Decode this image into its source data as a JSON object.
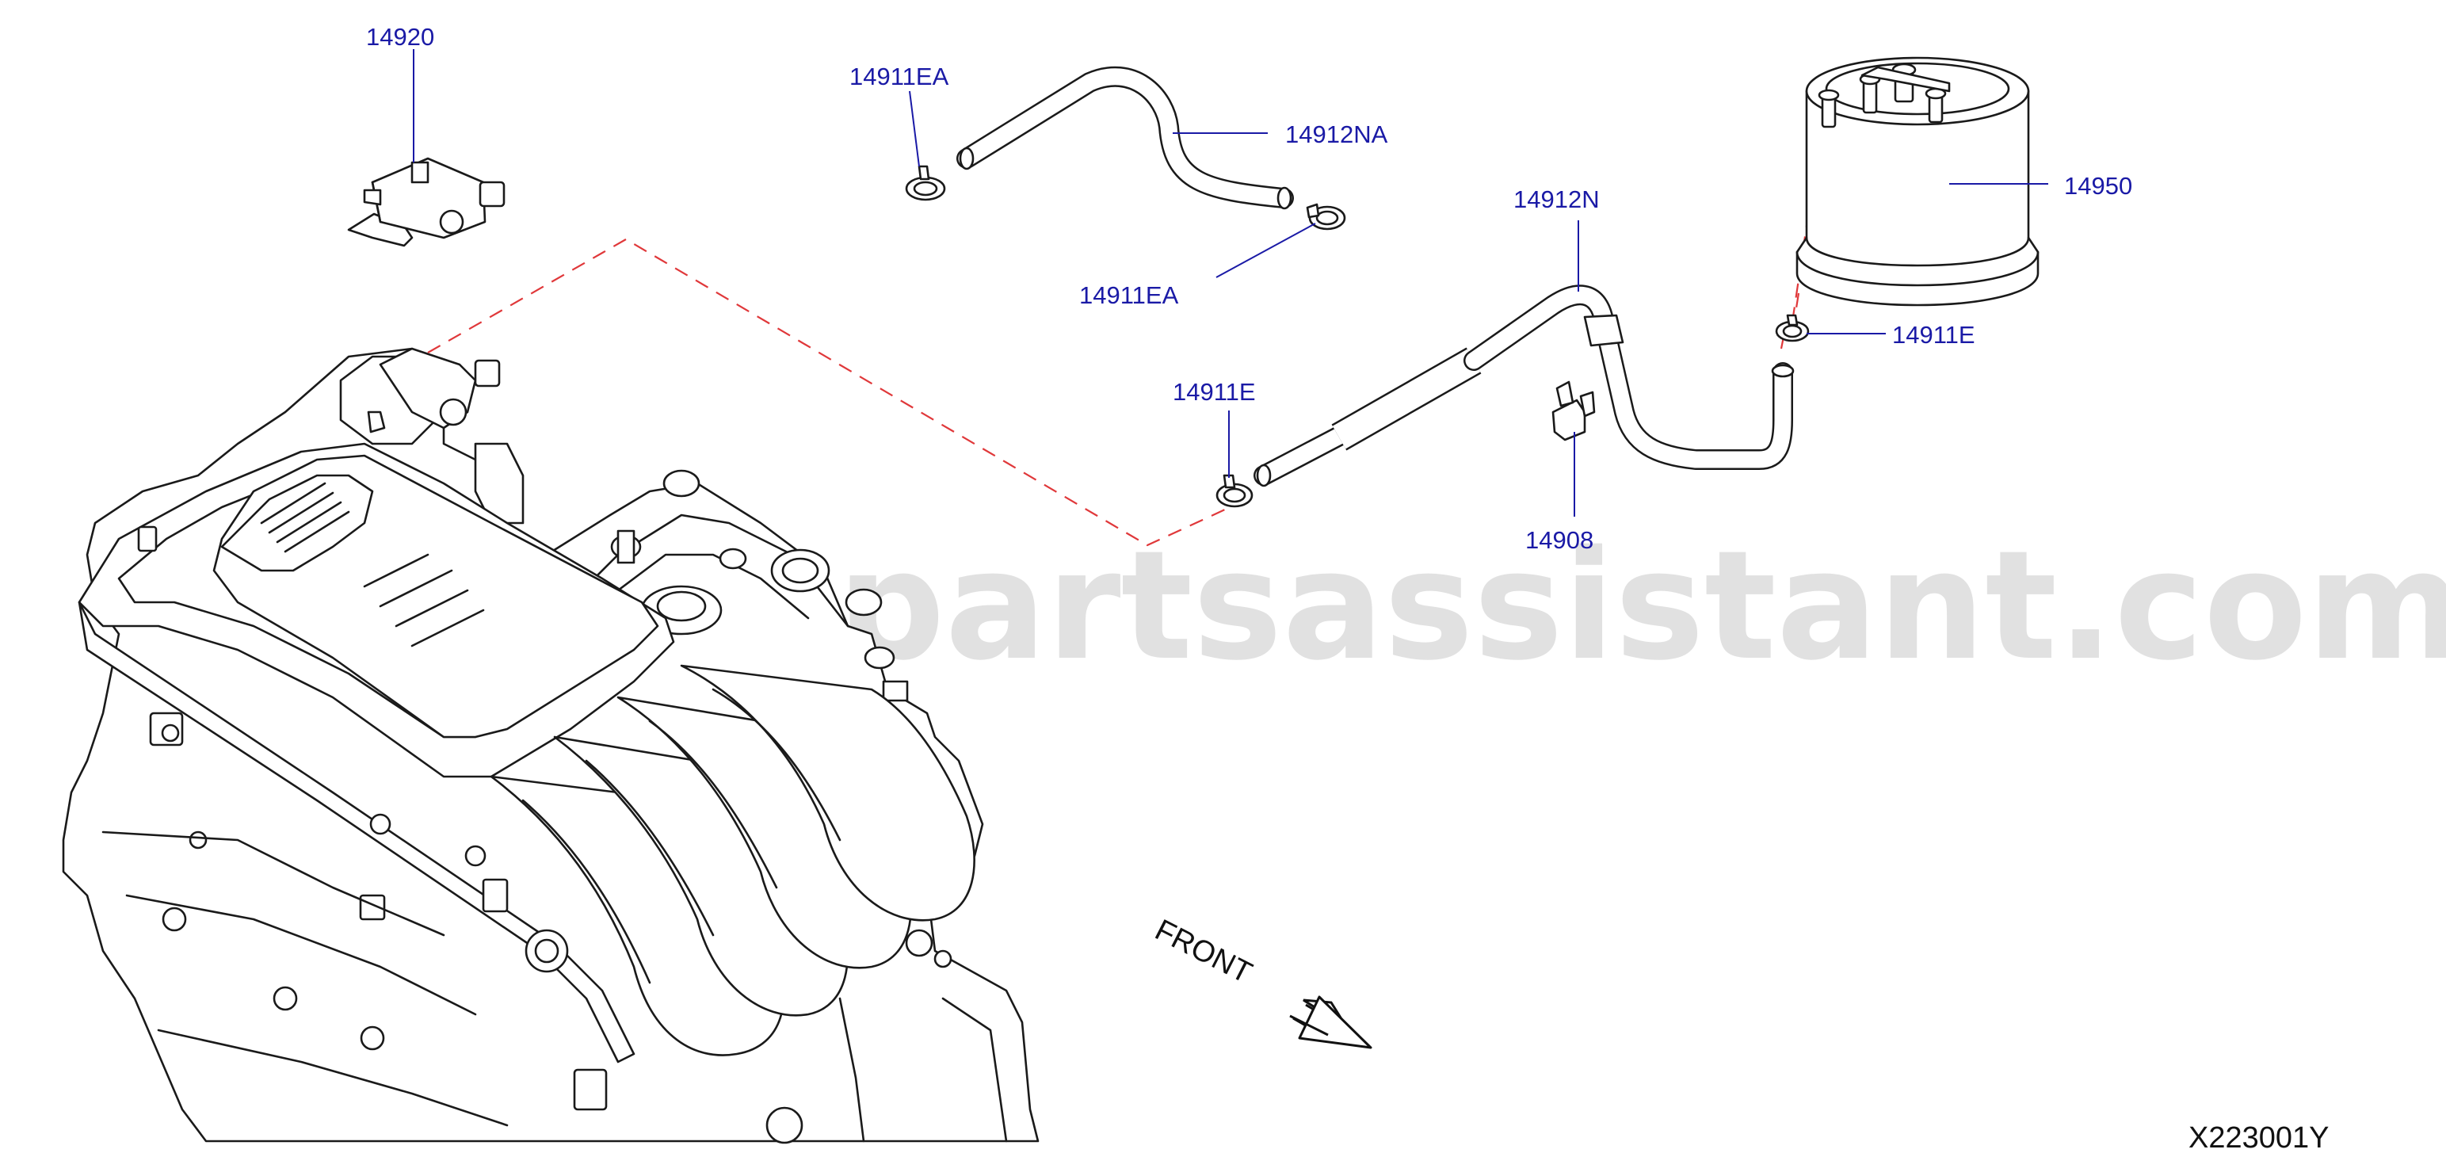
{
  "callouts": {
    "p14920": "14920",
    "p14911ea_top": "14911EA",
    "p14912na": "14912NA",
    "p14911ea_bottom": "14911EA",
    "p14912n": "14912N",
    "p14950": "14950",
    "p14911e_right": "14911E",
    "p14911e_left": "14911E",
    "p14908": "14908"
  },
  "front_label": "FRONT",
  "diagram_code": "X223001Y",
  "watermark": "www.partsassistant.com",
  "colors": {
    "callout": "#1a1aa6",
    "outline": "#1a1a1a",
    "dashed_guide": "#e0383a",
    "watermark": "#c8c8c8",
    "background": "#ffffff"
  }
}
